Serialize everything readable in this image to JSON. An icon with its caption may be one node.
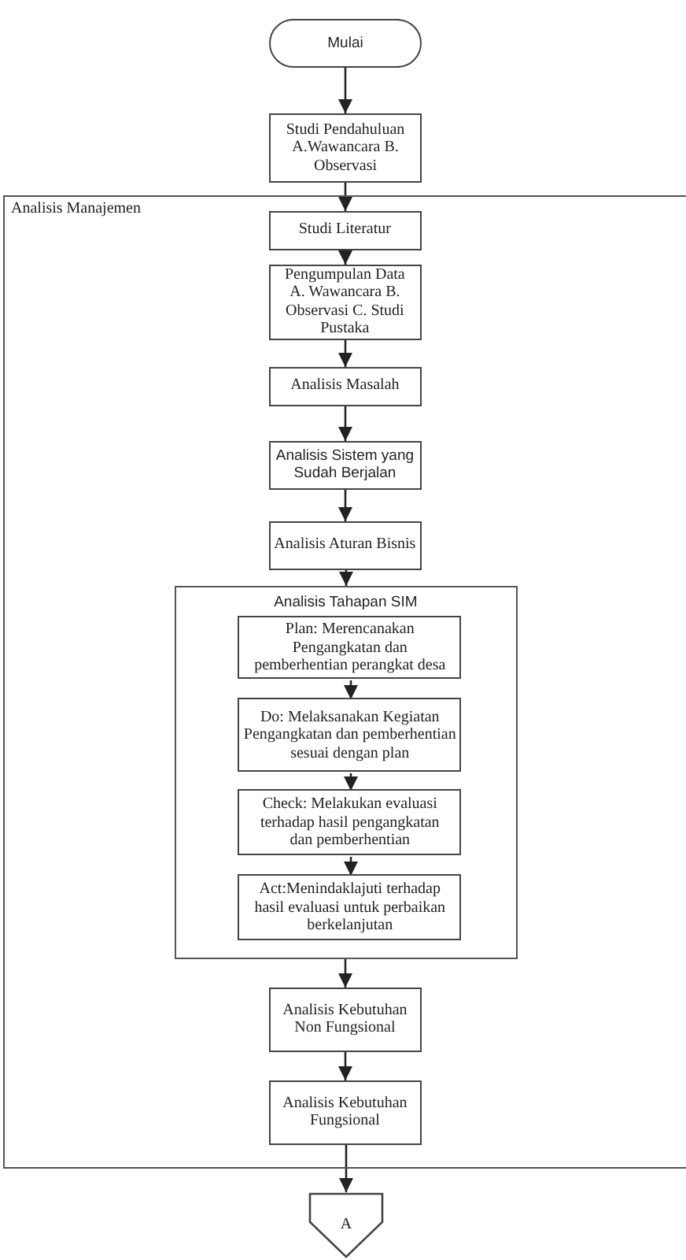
{
  "diagram": {
    "nodes": [
      {
        "text": [
          "Mulai"
        ]
      },
      {
        "text": [
          "Studi Pendahuluan A.Wawancara B. Observasi"
        ]
      },
      {
        "text": [
          "Analisis Manajemen"
        ]
      },
      {
        "text": [
          "Studi Literatur"
        ],
        "in": 2
      },
      {
        "text": [
          "Pengumpulan Data A. Wawancara B. Observasi C. Studi Pustaka"
        ],
        "in": 2
      },
      {
        "text": [
          "Analisis Masalah"
        ],
        "in": 2
      },
      {
        "text": [
          "Analisis Sistem yang Sudah Berjalan"
        ],
        "in": 2
      },
      {
        "text": [
          "Analisis Aturan Bisnis"
        ],
        "in": 2
      },
      {
        "text": [
          "Analisis Tahapan SIM"
        ],
        "in": 2
      },
      {
        "text": [
          "Plan: Merencanakan Pengangkatan dan pemberhentian perangkat desa"
        ],
        "in": 8
      },
      {
        "text": [
          "Do: Melaksanakan Kegiatan Pengangkatan dan pemberhentian sesuai dengan plan"
        ],
        "in": 8
      },
      {
        "text": [
          "Check: Melakukan evaluasi terhadap hasil pengangkatan dan pemberhentian"
        ],
        "in": 8
      },
      {
        "text": [
          "Act:Menindaklajuti terhadap hasil evaluasi untuk perbaikan berkelanjutan"
        ],
        "in": 8
      },
      {
        "text": [
          "Analisis Kebutuhan Non Fungsional"
        ],
        "in": 2
      },
      {
        "text": [
          "Analisis Kebutuhan Fungsional"
        ],
        "in": 2
      },
      {
        "text": [
          "A"
        ]
      }
    ],
    "edges": [
      {
        "from": 0,
        "to": 1,
        "arrow": "to"
      },
      {
        "from": 1,
        "to": 3,
        "arrow": "to"
      },
      {
        "from": 3,
        "to": 4,
        "arrow": "to"
      },
      {
        "from": 4,
        "to": 5,
        "arrow": "to"
      },
      {
        "from": 5,
        "to": 6,
        "arrow": "to"
      },
      {
        "from": 6,
        "to": 7,
        "arrow": "to"
      },
      {
        "from": 7,
        "to": 8,
        "arrow": "to"
      },
      {
        "from": 9,
        "to": 10,
        "arrow": "to"
      },
      {
        "from": 10,
        "to": 11,
        "arrow": "to"
      },
      {
        "from": 11,
        "to": 12,
        "arrow": "to"
      },
      {
        "from": 8,
        "to": 13,
        "arrow": "to"
      },
      {
        "from": 13,
        "to": 14,
        "arrow": "to"
      },
      {
        "from": 14,
        "to": 15,
        "arrow": "to"
      }
    ]
  }
}
